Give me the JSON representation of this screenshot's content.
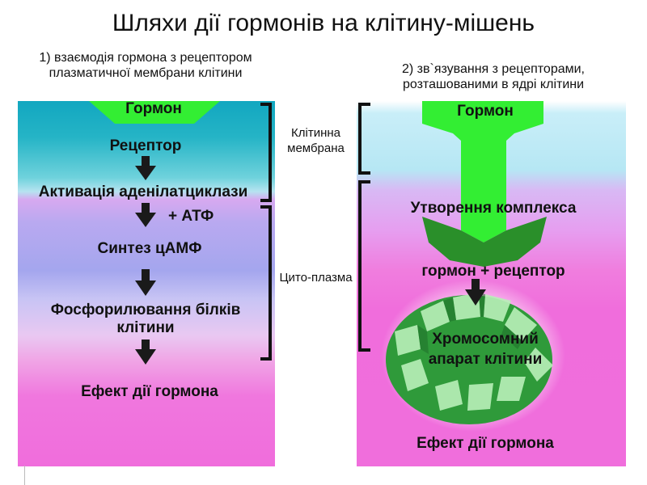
{
  "title": "Шляхи дії гормонів на клітину-мішень",
  "left": {
    "subtitle": "1) взаємодія гормона з рецептором плазматичної мембрани клітини",
    "hormone": "Гормон",
    "receptor": "Рецептор",
    "activation": "Активація аденілатциклази",
    "atp": "+ АТФ",
    "camp": "Синтез цАМФ",
    "phosphorylation": "Фосфорилювання білків клітини",
    "effect": "Ефект дії гормона"
  },
  "middle": {
    "membrane": "Клітинна мембрана",
    "cytoplasm": "Цито-плазма"
  },
  "right": {
    "subtitle": "2) зв`язування з рецепторами, розташованими в ядрі клітини",
    "hormone": "Гормон",
    "complex": "Утворення комплекса",
    "hormone_receptor": "гормон + рецептор",
    "chromosome": "Хромосомний апарат клітини",
    "effect": "Ефект дії гормона"
  },
  "colors": {
    "hormone_green": "#33ee33",
    "receptor_dark_green": "#2a8f2a",
    "arrow": "#1a1a1a",
    "membrane_teal": "#12a7c0",
    "cytoplasm_violet": "#a4a6ee",
    "nucleus_pink": "#f06ddc"
  }
}
